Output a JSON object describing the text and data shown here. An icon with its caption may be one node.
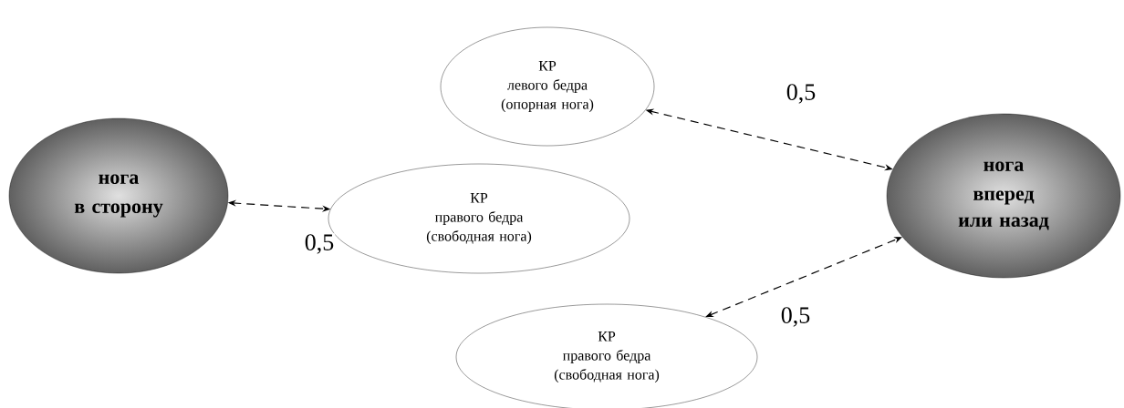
{
  "diagram": {
    "nodes": [
      {
        "text": [
          "нога",
          "в сторону"
        ]
      },
      {
        "text": [
          "КР",
          "левого бедра (опорная нога)"
        ]
      },
      {
        "text": [
          "КР",
          "правого бедра (свободная нога)"
        ]
      },
      {
        "text": [
          "КР",
          "правого бедра (свободная нога)"
        ]
      },
      {
        "text": [
          "нога",
          "вперед или назад"
        ]
      }
    ],
    "edges": [
      {
        "from": 0,
        "to": 2,
        "arrow": "both",
        "style": "dashed",
        "label": "0,5"
      },
      {
        "from": 1,
        "to": 4,
        "arrow": "both",
        "style": "dashed",
        "label": "0,5"
      },
      {
        "from": 3,
        "to": 4,
        "arrow": "both",
        "style": "dashed",
        "label": "0,5"
      }
    ]
  }
}
